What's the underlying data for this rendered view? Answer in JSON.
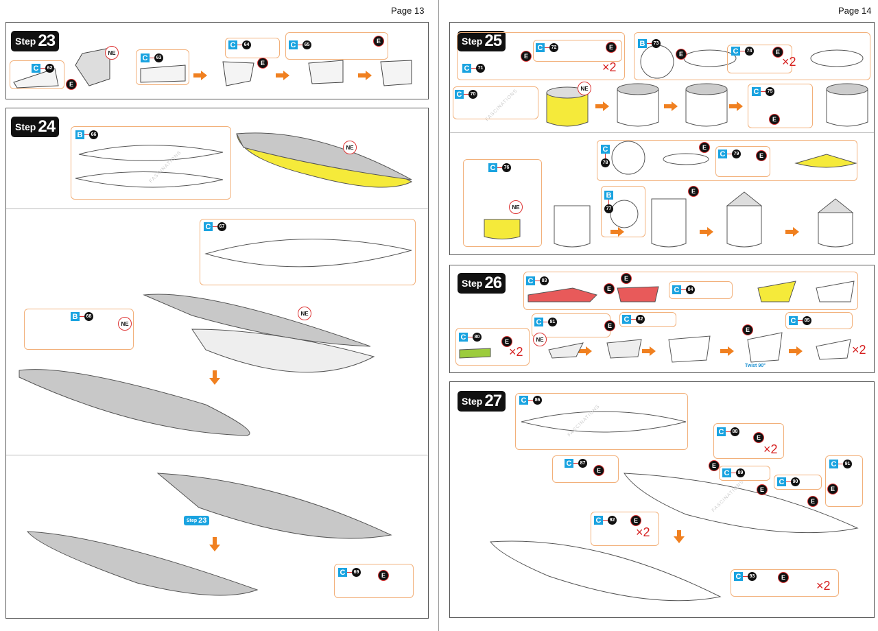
{
  "pages": [
    {
      "label": "Page 13"
    },
    {
      "label": "Page 14"
    }
  ],
  "steps": {
    "s23": {
      "word": "Step",
      "number": "23"
    },
    "s24": {
      "word": "Step",
      "number": "24"
    },
    "s25": {
      "word": "Step",
      "number": "25"
    },
    "s26": {
      "word": "Step",
      "number": "26"
    },
    "s27": {
      "word": "Step",
      "number": "27"
    }
  },
  "parts": {
    "p62": {
      "letter": "C",
      "number": "62"
    },
    "p63": {
      "letter": "C",
      "number": "63"
    },
    "p64": {
      "letter": "C",
      "number": "64"
    },
    "p65": {
      "letter": "C",
      "number": "65"
    },
    "p66": {
      "letter": "B",
      "number": "66"
    },
    "p67": {
      "letter": "C",
      "number": "67"
    },
    "p68": {
      "letter": "B",
      "number": "68"
    },
    "p69": {
      "letter": "C",
      "number": "69"
    },
    "p70": {
      "letter": "C",
      "number": "70"
    },
    "p71": {
      "letter": "C",
      "number": "71"
    },
    "p72": {
      "letter": "C",
      "number": "72"
    },
    "p73": {
      "letter": "B",
      "number": "73"
    },
    "p74": {
      "letter": "C",
      "number": "74"
    },
    "p75": {
      "letter": "C",
      "number": "75"
    },
    "p76": {
      "letter": "C",
      "number": "76"
    },
    "p77": {
      "letter": "B",
      "number": "77"
    },
    "p78": {
      "letter": "C",
      "number": "78"
    },
    "p79": {
      "letter": "C",
      "number": "79"
    },
    "p80": {
      "letter": "C",
      "number": "80"
    },
    "p81": {
      "letter": "C",
      "number": "81"
    },
    "p82": {
      "letter": "C",
      "number": "82"
    },
    "p83": {
      "letter": "C",
      "number": "83"
    },
    "p84": {
      "letter": "C",
      "number": "84"
    },
    "p85": {
      "letter": "C",
      "number": "85"
    },
    "p86": {
      "letter": "C",
      "number": "86"
    },
    "p87": {
      "letter": "C",
      "number": "87"
    },
    "p88": {
      "letter": "C",
      "number": "88"
    },
    "p89": {
      "letter": "C",
      "number": "89"
    },
    "p90": {
      "letter": "C",
      "number": "90"
    },
    "p91": {
      "letter": "C",
      "number": "91"
    },
    "p92": {
      "letter": "C",
      "number": "92"
    },
    "p93": {
      "letter": "C",
      "number": "93"
    }
  },
  "marks": {
    "e": "E",
    "ne": "NE",
    "times2": "×2"
  },
  "step_reference": {
    "word": "Step",
    "number": "23"
  },
  "twist_label": "Twist 90°",
  "watermark": "FASCINATIONS",
  "colors": {
    "sheet_c": "#1aa3e0",
    "callout_border": "#f2b07a",
    "arrow": "#f08020",
    "multiplier": "#d62020",
    "highlight": "#f5ea3a",
    "hull": "#c8c8c8"
  }
}
